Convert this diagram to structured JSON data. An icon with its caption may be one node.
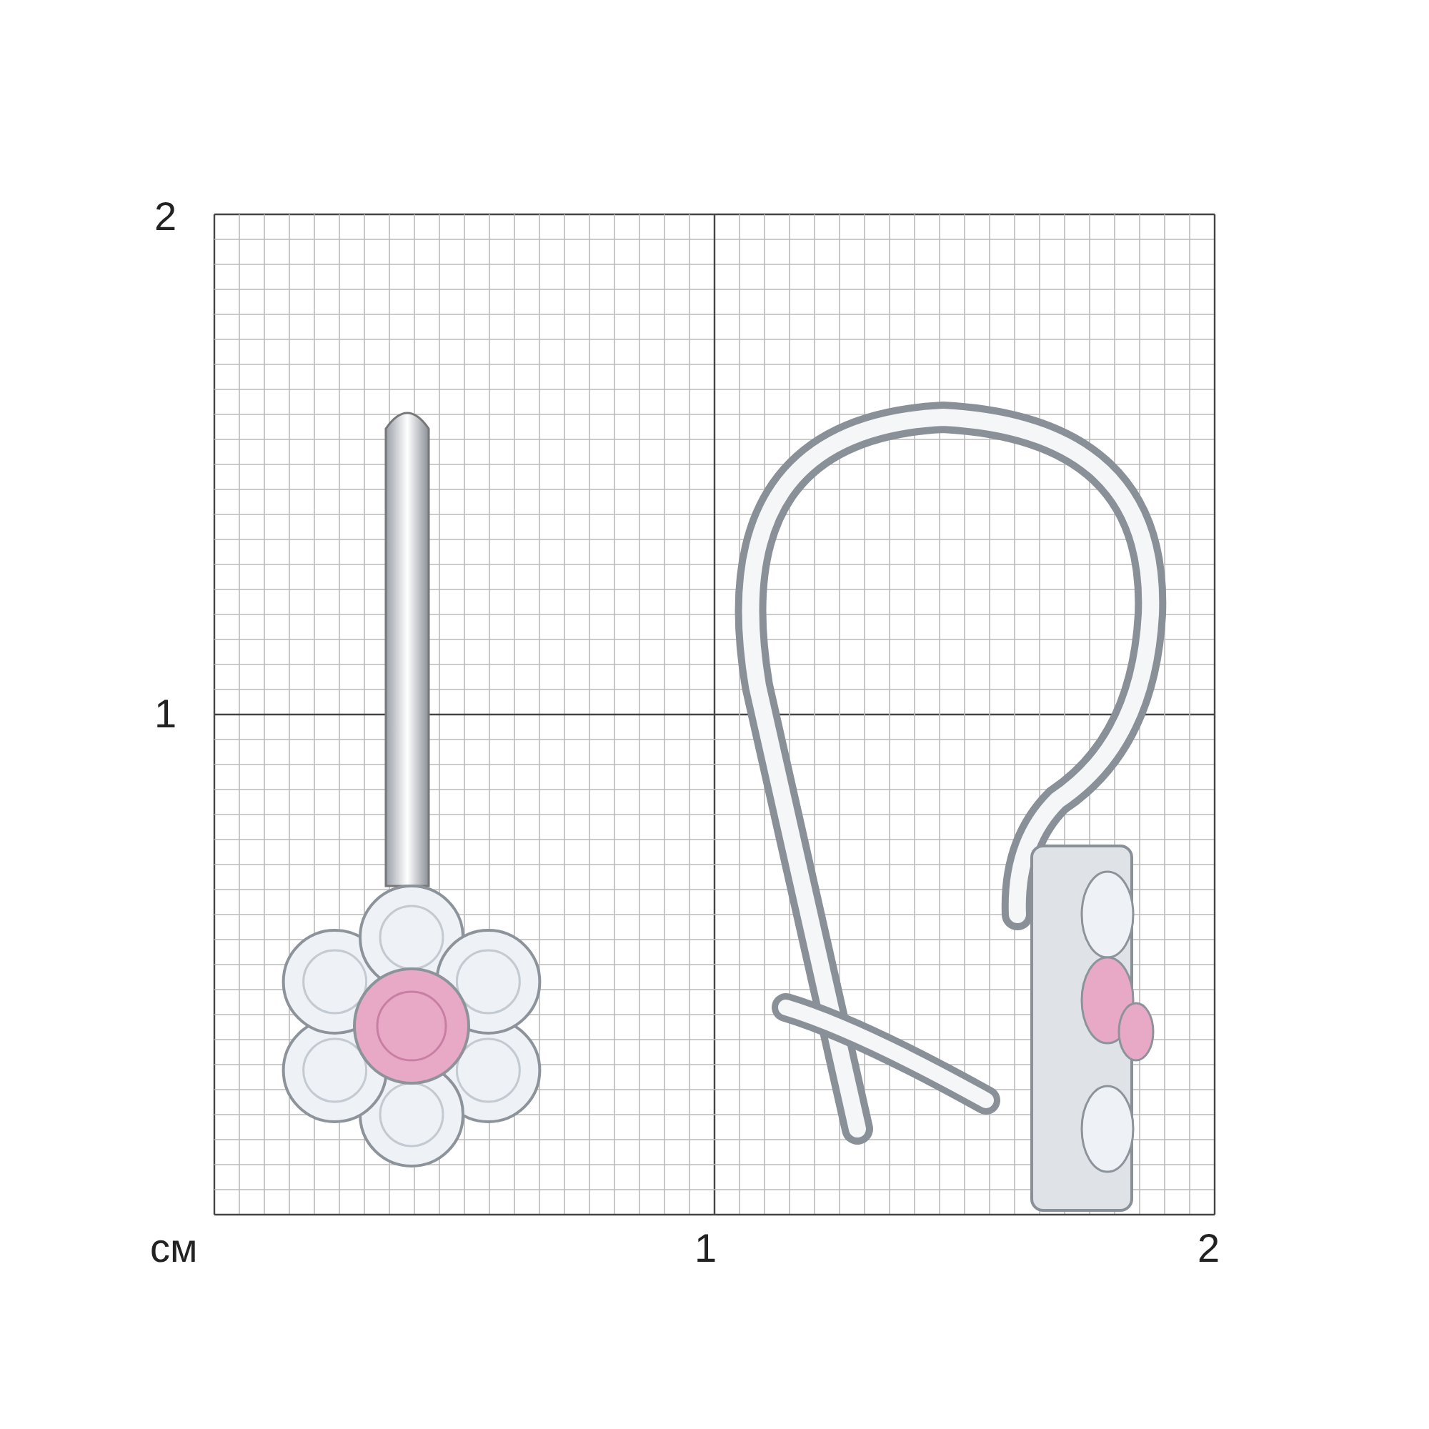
{
  "diagram": {
    "labels": [
      "2",
      "1",
      "см",
      "1",
      "2"
    ]
  }
}
